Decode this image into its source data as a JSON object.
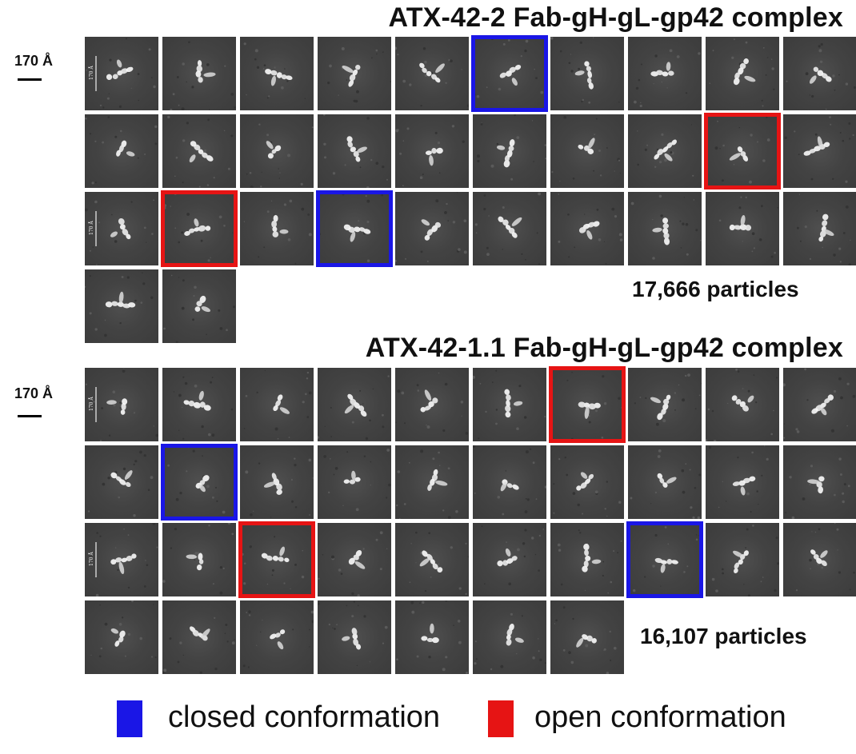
{
  "panels": [
    {
      "title": "ATX-42-2 Fab-gH-gL-gp42 complex",
      "scale_label": "170 Å",
      "particle_count": "17,666 particles",
      "rows": [
        10,
        10,
        10,
        2
      ],
      "highlights": [
        {
          "row": 0,
          "col": 5,
          "type": "closed"
        },
        {
          "row": 1,
          "col": 8,
          "type": "open"
        },
        {
          "row": 2,
          "col": 1,
          "type": "open"
        },
        {
          "row": 2,
          "col": 3,
          "type": "closed"
        }
      ],
      "inset_scale_text": "170 Å",
      "inset_scale_cells": [
        [
          0,
          0
        ],
        [
          2,
          0
        ]
      ]
    },
    {
      "title": "ATX-42-1.1 Fab-gH-gL-gp42 complex",
      "scale_label": "170 Å",
      "particle_count": "16,107 particles",
      "rows": [
        10,
        10,
        10,
        7
      ],
      "highlights": [
        {
          "row": 0,
          "col": 6,
          "type": "open"
        },
        {
          "row": 1,
          "col": 1,
          "type": "closed"
        },
        {
          "row": 2,
          "col": 2,
          "type": "open"
        },
        {
          "row": 2,
          "col": 7,
          "type": "closed"
        }
      ],
      "inset_scale_text": "170 Å",
      "inset_scale_cells": [
        [
          0,
          0
        ],
        [
          2,
          0
        ]
      ]
    }
  ],
  "legend": {
    "closed_label": "closed conformation",
    "open_label": "open conformation",
    "closed_color": "#1a16e6",
    "open_color": "#e61414"
  }
}
